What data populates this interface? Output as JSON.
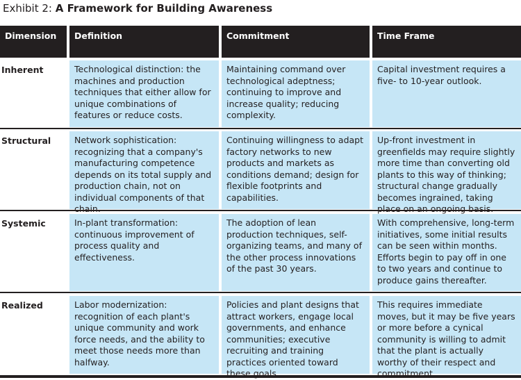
{
  "exhibit": {
    "prefix": "Exhibit 2: ",
    "title": "A Framework for Building Awareness"
  },
  "columns": [
    "Dimension",
    "Definition",
    "Commitment",
    "Time Frame"
  ],
  "rows": [
    {
      "dimension": "Inherent",
      "definition": "Technological distinction: the machines and production techniques that either allow for unique combinations of features or reduce costs.",
      "commitment": "Maintaining command over technological adeptness; continuing to improve and increase quality; reducing complexity.",
      "time_frame": "Capital investment requires a five- to 10-year outlook."
    },
    {
      "dimension": "Structural",
      "definition": "Network sophistication: recognizing that a company's manufacturing competence depends on its total supply and production chain, not on individual components of that chain.",
      "commitment": "Continuing willingness to adapt factory networks to new products and markets as conditions demand; design for flexible footprints and capabilities.",
      "time_frame": "Up-front investment in greenfields may require slightly more time than converting old plants to this way of thinking; structural change gradually becomes ingrained, taking place on an ongoing basis."
    },
    {
      "dimension": "Systemic",
      "definition": "In-plant transformation: continuous improvement of process quality and effectiveness.",
      "commitment": "The adoption of lean production techniques, self-organizing teams, and many of the other process innovations of the past 30 years.",
      "time_frame": "With comprehensive, long-term initiatives, some initial results can be seen within months. Efforts begin to pay off in one to two years and continue to produce gains thereafter."
    },
    {
      "dimension": "Realized",
      "definition": "Labor modernization: recognition of each plant's unique community and work force needs, and the ability to meet those needs more than halfway.",
      "commitment": "Policies and plant designs that attract workers, engage local governments, and enhance communities; executive recruiting and training practices oriented toward these goals.",
      "time_frame": "This requires immediate moves, but it may be five years or more before a cynical community is willing to admit that the plant is actually worthy of their respect and commitment."
    }
  ],
  "colors": {
    "header_bg": "#231f20",
    "cell_bg": "#c6e6f6",
    "text": "#231f20"
  }
}
